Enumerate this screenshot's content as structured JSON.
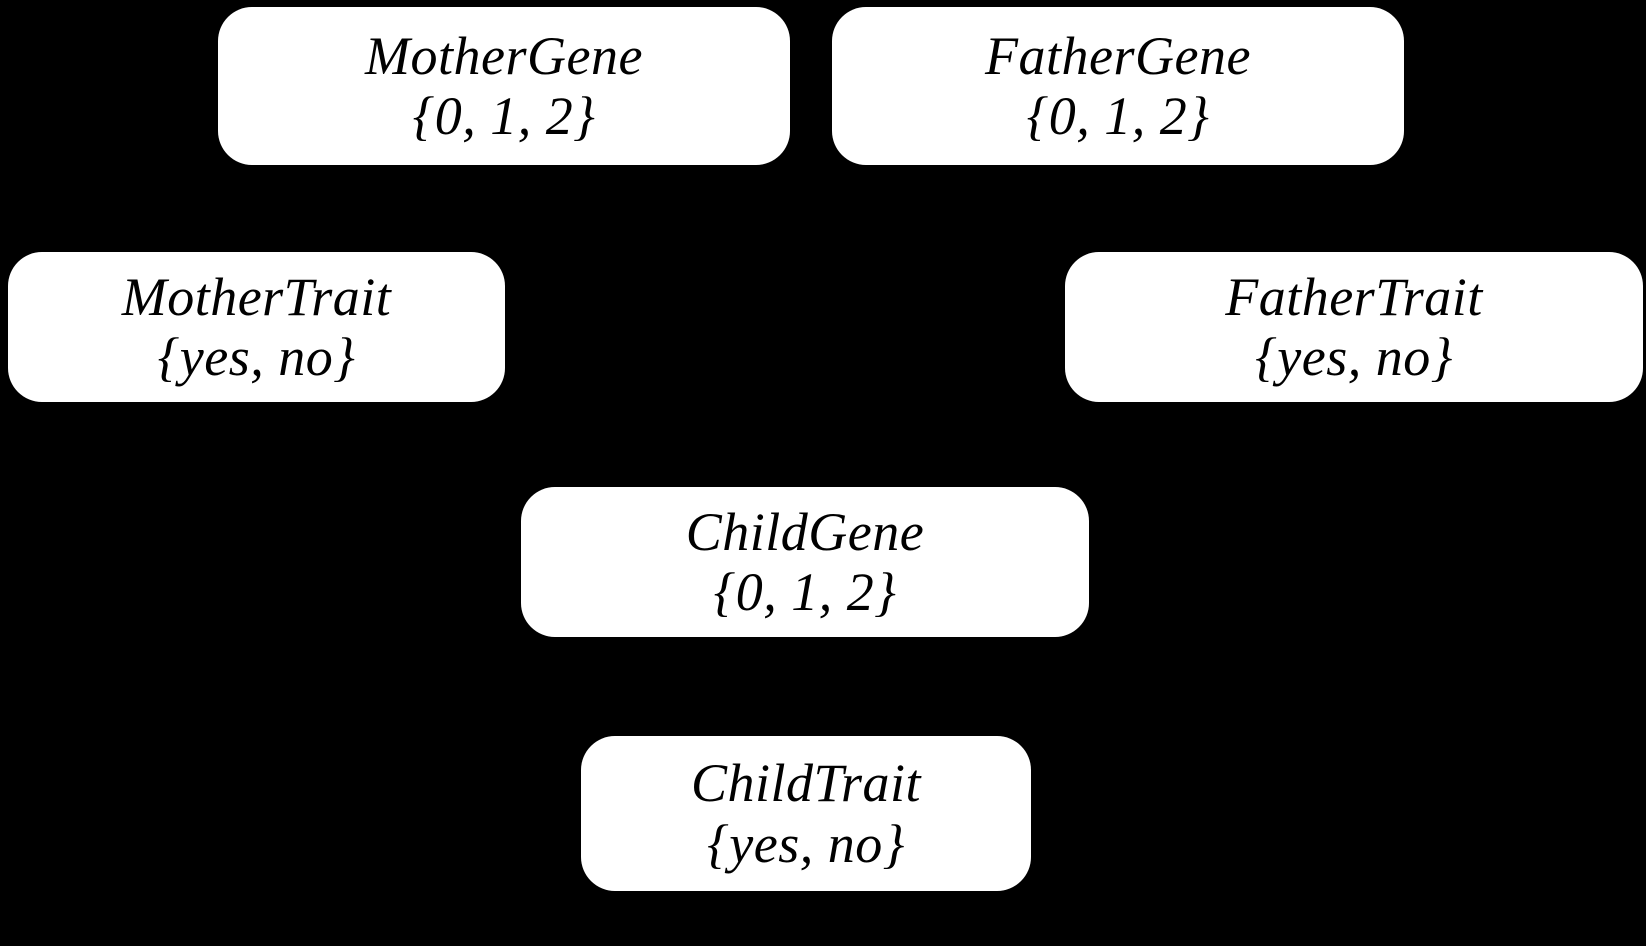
{
  "diagram": {
    "type": "bayesian-network",
    "background_color": "#000000",
    "node_fill_color": "#ffffff",
    "node_text_color": "#000000",
    "nodes": [
      {
        "id": "mother-gene",
        "title": "MotherGene",
        "domain": "{0, 1, 2}",
        "values": [
          "0",
          "1",
          "2"
        ]
      },
      {
        "id": "father-gene",
        "title": "FatherGene",
        "domain": "{0, 1, 2}",
        "values": [
          "0",
          "1",
          "2"
        ]
      },
      {
        "id": "mother-trait",
        "title": "MotherTrait",
        "domain": "{yes, no}",
        "values": [
          "yes",
          "no"
        ]
      },
      {
        "id": "father-trait",
        "title": "FatherTrait",
        "domain": "{yes, no}",
        "values": [
          "yes",
          "no"
        ]
      },
      {
        "id": "child-gene",
        "title": "ChildGene",
        "domain": "{0, 1, 2}",
        "values": [
          "0",
          "1",
          "2"
        ]
      },
      {
        "id": "child-trait",
        "title": "ChildTrait",
        "domain": "{yes, no}",
        "values": [
          "yes",
          "no"
        ]
      }
    ]
  }
}
